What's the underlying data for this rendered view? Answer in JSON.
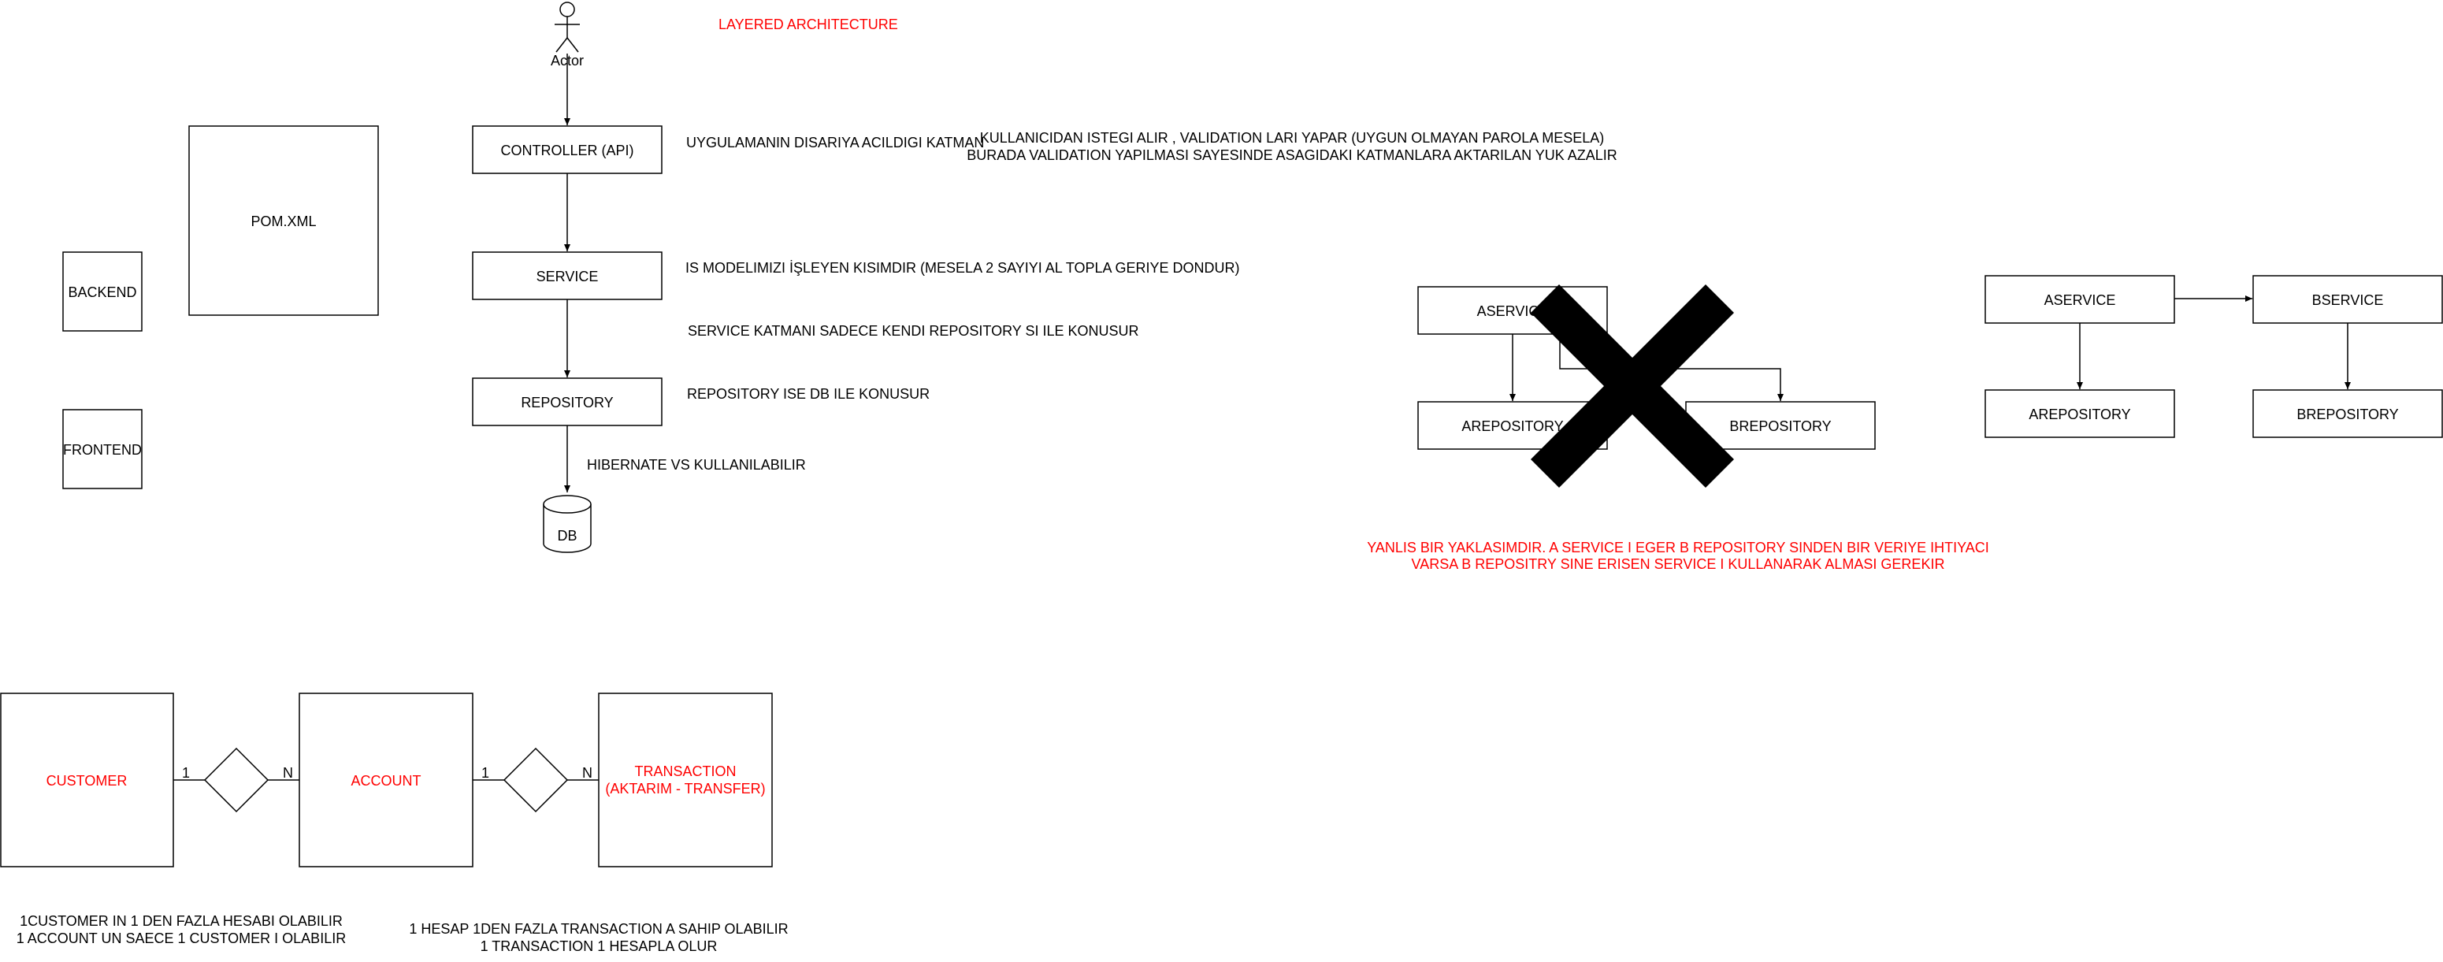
{
  "diagram": {
    "title": "LAYERED ARCHITECTURE",
    "actor": {
      "label": "Actor"
    },
    "nodes": {
      "pom": "POM.XML",
      "backend": "BACKEND",
      "frontend": "FRONTEND",
      "controller": "CONTROLLER (API)",
      "service": "SERVICE",
      "repository": "REPOSITORY",
      "db": "DB"
    },
    "notes": {
      "controller_note": "UYGULAMANIN DISARIYA ACILDIGI KATMAN",
      "validation_line1": "KULLANICIDAN ISTEGI ALIR , VALIDATION LARI YAPAR (UYGUN OLMAYAN PAROLA MESELA)",
      "validation_line2": "BURADA VALIDATION YAPILMASI SAYESINDE ASAGIDAKI KATMANLARA AKTARILAN YUK AZALIR",
      "service_note": "IS MODELIMIZI İŞLEYEN KISIMDIR (MESELA 2 SAYIYI AL TOPLA GERIYE DONDUR)",
      "service_repo_note": "SERVICE KATMANI SADECE KENDI REPOSITORY SI ILE KONUSUR",
      "repo_note": "REPOSITORY ISE DB ILE KONUSUR",
      "hibernate_note": "HIBERNATE VS KULLANILABILIR"
    },
    "wrong_example": {
      "aservice": "ASERVICE",
      "arepository": "AREPOSITORY",
      "brepository": "BREPOSITORY",
      "warning_line1": "YANLIS BIR YAKLASIMDIR. A SERVICE I EGER B REPOSITORY SINDEN BIR VERIYE IHTIYACI",
      "warning_line2": "VARSA B REPOSITRY SINE ERISEN SERVICE I KULLANARAK ALMASI GEREKIR"
    },
    "right_example": {
      "aservice": "ASERVICE",
      "bservice": "BSERVICE",
      "arepository": "AREPOSITORY",
      "brepository": "BREPOSITORY"
    },
    "er": {
      "customer": "CUSTOMER",
      "account": "ACCOUNT",
      "transaction_line1": "TRANSACTION",
      "transaction_line2": "(AKTARIM - TRANSFER)",
      "rel1_left": "1",
      "rel1_right": "N",
      "rel2_left": "1",
      "rel2_right": "N",
      "customer_note_line1": "1CUSTOMER IN 1 DEN FAZLA HESABI OLABILIR",
      "customer_note_line2": "1 ACCOUNT UN SAECE 1 CUSTOMER I OLABILIR",
      "account_note_line1": "1 HESAP 1DEN FAZLA TRANSACTION A SAHIP OLABILIR",
      "account_note_line2": "1 TRANSACTION 1 HESAPLA OLUR"
    },
    "colors": {
      "accent_red": "#ff0000",
      "stroke": "#000000",
      "cross": "#000000",
      "background": "#ffffff"
    }
  }
}
